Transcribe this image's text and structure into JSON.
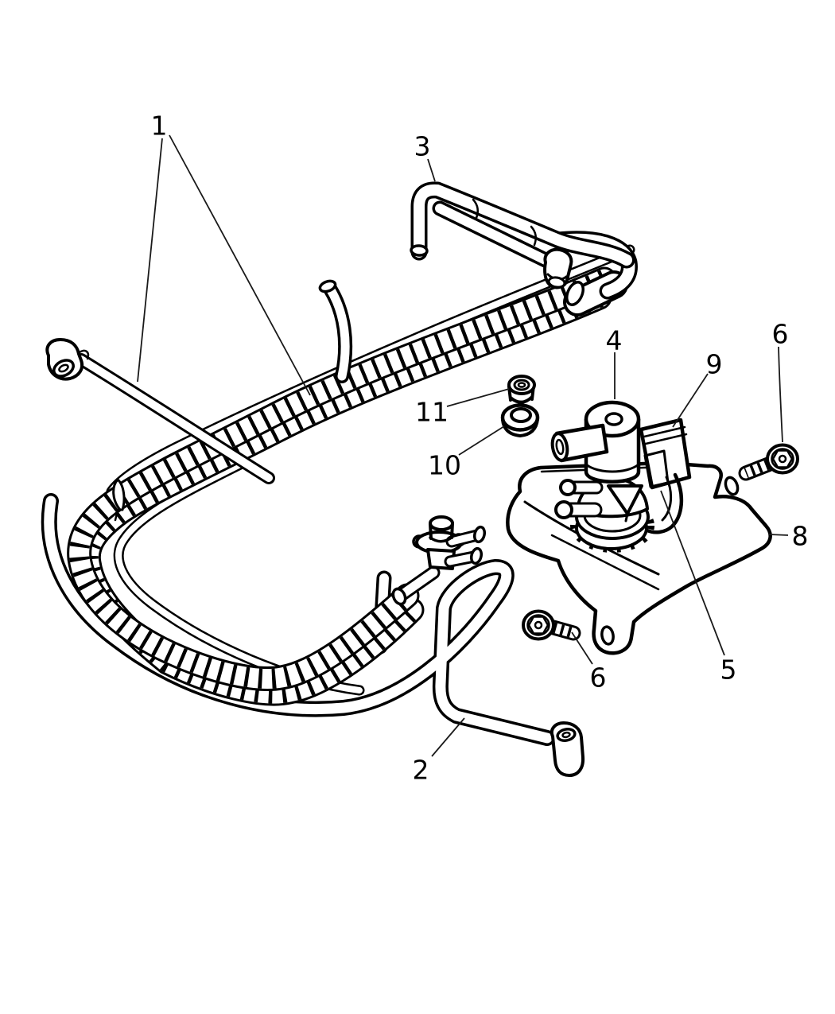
{
  "diagram": {
    "type": "exploded-parts-diagram",
    "colors": {
      "background": "#ffffff",
      "line": "#000000",
      "label_text": "#000000"
    },
    "callouts": [
      {
        "label": "1"
      },
      {
        "label": "3"
      },
      {
        "label": "4"
      },
      {
        "label": "6"
      },
      {
        "label": "9"
      },
      {
        "label": "11"
      },
      {
        "label": "10"
      },
      {
        "label": "8"
      },
      {
        "label": "5"
      },
      {
        "label": "6"
      },
      {
        "label": "2"
      }
    ]
  }
}
